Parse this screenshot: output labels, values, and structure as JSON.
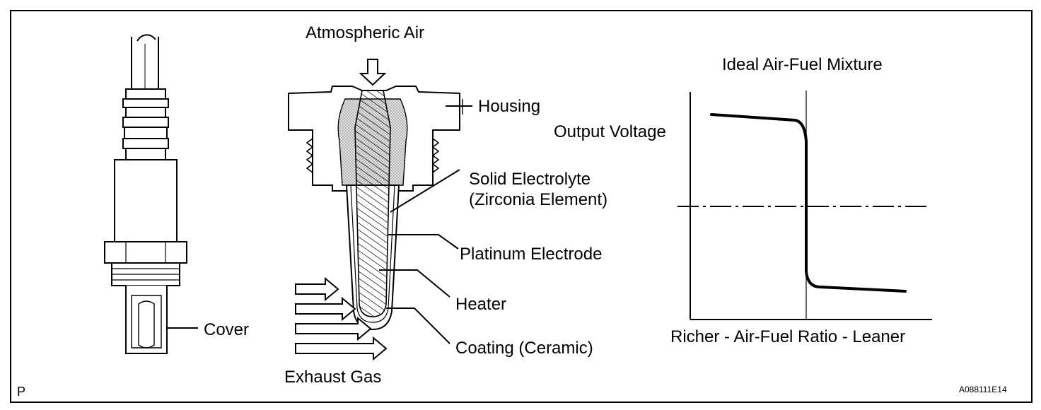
{
  "labels": {
    "atmospheric_air": "Atmospheric Air",
    "housing": "Housing",
    "electrolyte_line1": "Solid  Electrolyte",
    "electrolyte_line2": "(Zirconia Element)",
    "platinum_electrode": "Platinum Electrode",
    "heater": "Heater",
    "coating": "Coating (Ceramic)",
    "exhaust_gas": "Exhaust Gas",
    "cover": "Cover"
  },
  "graph": {
    "title": "Ideal Air-Fuel Mixture",
    "ylabel": "Output Voltage",
    "xlabel": "Richer - Air-Fuel Ratio - Leaner"
  },
  "corner_left": "P",
  "figure_code": "A088111E14"
}
